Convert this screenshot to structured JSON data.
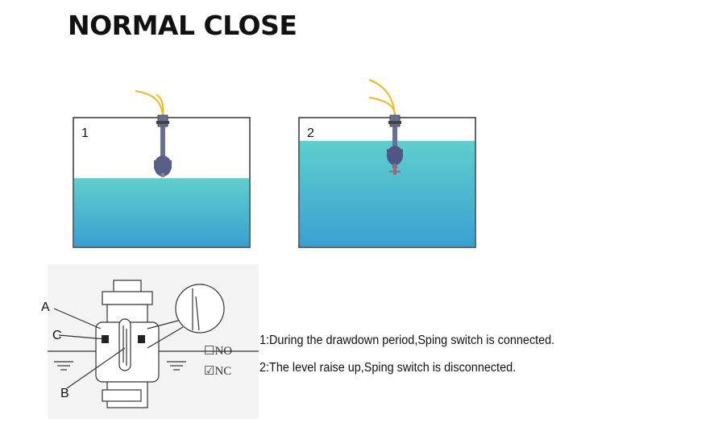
{
  "title": "NORMAL CLOSE",
  "panels": [
    {
      "label": "1",
      "water_level": 0.53
    },
    {
      "label": "2",
      "water_level": 0.82
    }
  ],
  "schematic": {
    "callouts": {
      "a": "A",
      "b": "B",
      "c": "C"
    },
    "legend": [
      {
        "text": "NO",
        "checked": false
      },
      {
        "text": "NC",
        "checked": true
      }
    ]
  },
  "notes": [
    "1:During the drawdown period,Sping switch is connected.",
    "2:The level raise up,Sping switch is disconnected."
  ],
  "colors": {
    "water_top": "#5ecfcd",
    "water_bottom": "#3aa0d2",
    "cable": "#f0b81f",
    "float": "#5a5f8a",
    "frame": "#333333"
  }
}
